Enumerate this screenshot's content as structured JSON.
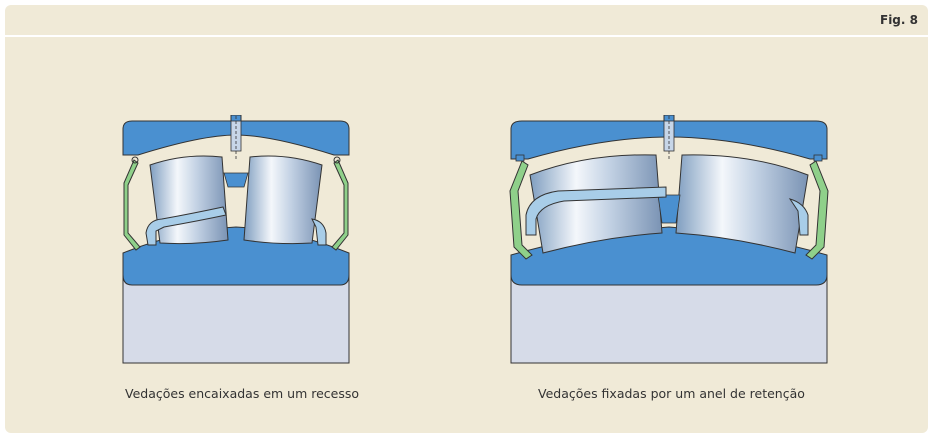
{
  "figure": {
    "label": "Fig. 8"
  },
  "diagrams": [
    {
      "caption": "Vedações encaixadas em um recesso",
      "seal_style": "recessed"
    },
    {
      "caption": "Vedações fixadas por um anel de retenção",
      "seal_style": "snap-ring"
    }
  ],
  "colors": {
    "background": "#f0ead7",
    "ring_blue": "#4a90d0",
    "shaft_gray": "#d6dbe8",
    "seal_green": "#8fd08a",
    "cage_light_blue": "#a8cde8",
    "outline": "#333333"
  }
}
